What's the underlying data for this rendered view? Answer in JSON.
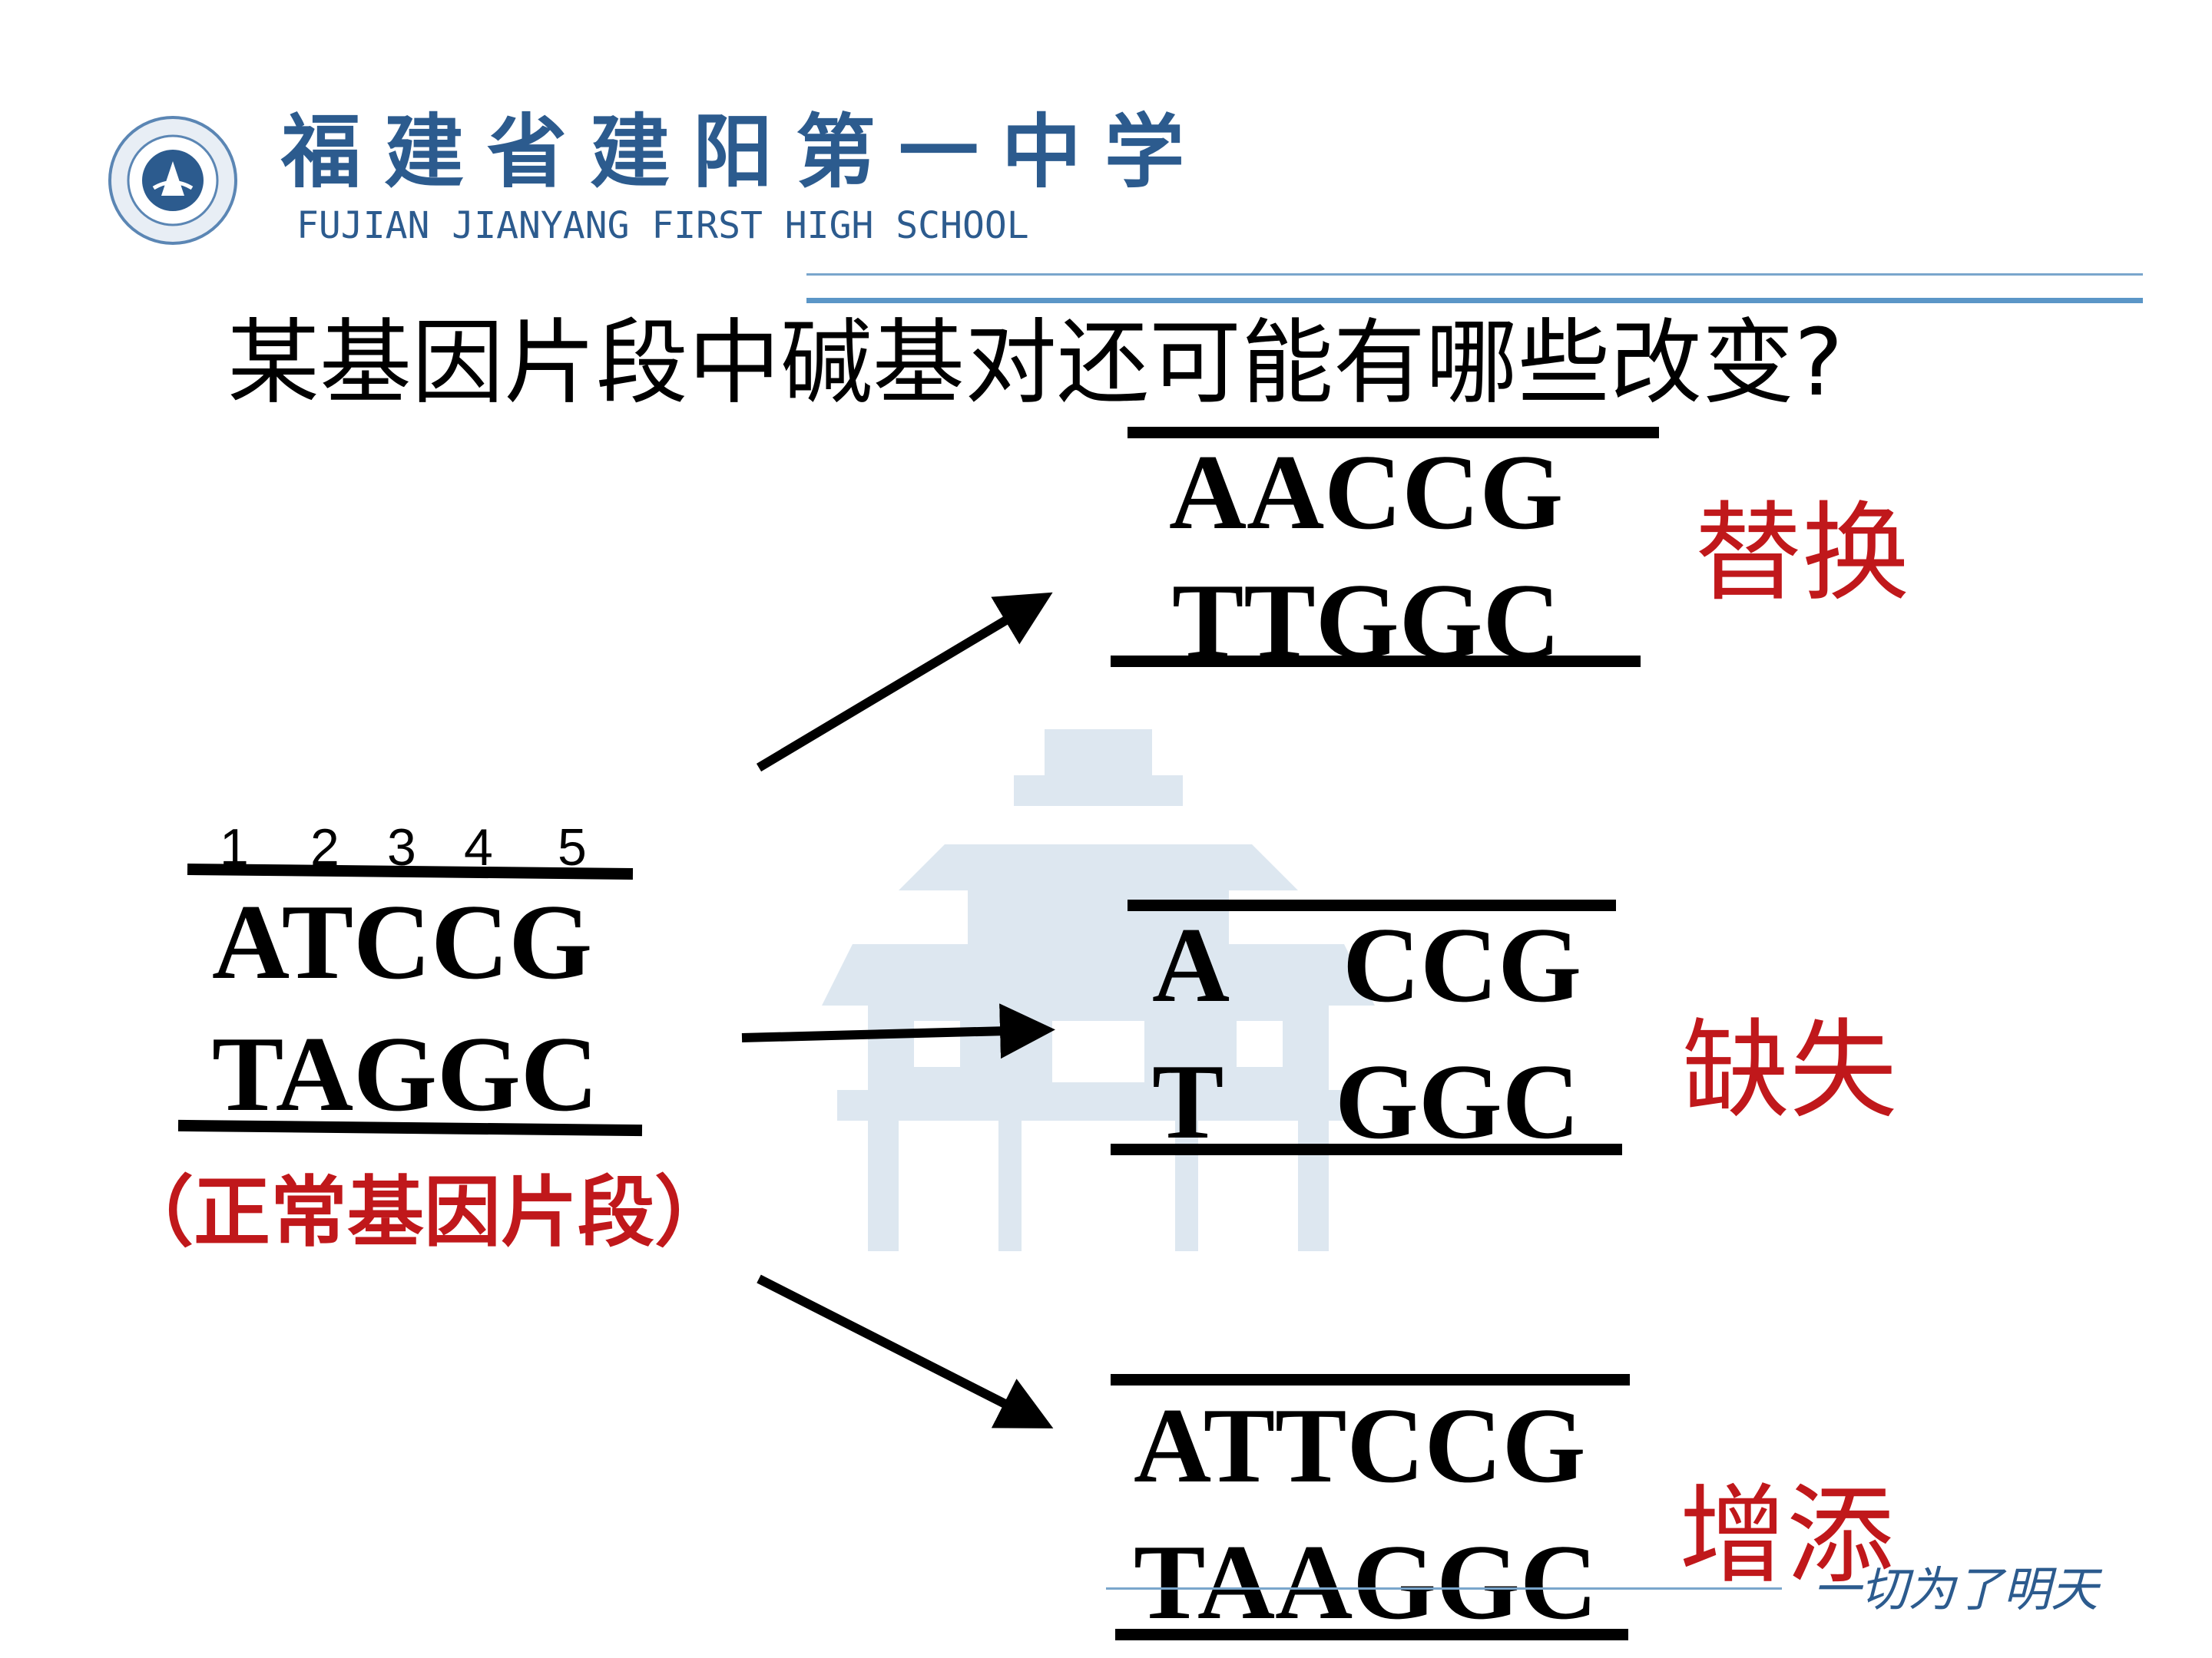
{
  "header": {
    "school_name_cn": "福建省建阳第一中学",
    "school_name_en": "FUJIAN  JIANYANG  FIRST HIGH SCHOOL",
    "emblem_icon": "school-emblem-icon"
  },
  "title": "某基因片段中碱基对还可能有哪些改变?",
  "normal": {
    "positions": [
      "1",
      "2",
      "3",
      "4",
      "5"
    ],
    "strand_top": "ATCCG",
    "strand_bottom": "TAGGC",
    "label": "（正常基因片段）"
  },
  "substitution": {
    "strand_top": "AACCG",
    "strand_bottom": "TTGGC",
    "label": "替换"
  },
  "deletion": {
    "top_left": "A",
    "top_right": "CCG",
    "bottom_left": "T",
    "bottom_right": "GGC",
    "label": "缺失"
  },
  "addition": {
    "strand_top": "ATTCCG",
    "strand_bottom": "TAAGGC",
    "label": "增添"
  },
  "footer": {
    "motto": "一切为了明天"
  },
  "colors": {
    "brand_blue": "#2c5b8e",
    "label_red": "#c0181b",
    "watermark": "#dbe6ef"
  }
}
